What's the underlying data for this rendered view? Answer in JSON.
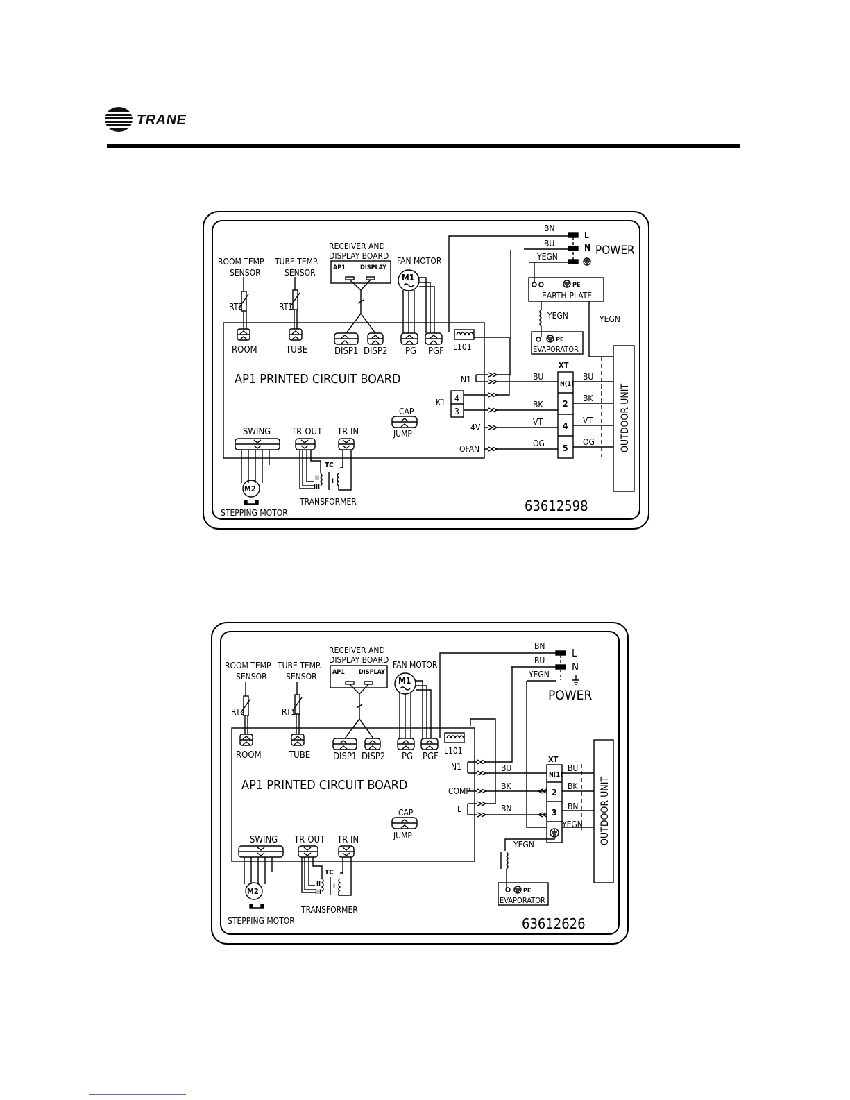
{
  "brand": {
    "name": "TRANE"
  },
  "diagram1": {
    "labels": {
      "room_temp": "ROOM TEMP.",
      "sensor": "SENSOR",
      "tube_temp": "TUBE TEMP.",
      "rt2": "RT2",
      "rt1": "RT1",
      "receiver": "RECEIVER AND",
      "display_board": "DISPLAY BOARD",
      "ap1": "AP1",
      "display": "DISPLAY",
      "fan_motor": "FAN MOTOR",
      "m1": "M1",
      "room": "ROOM",
      "tube": "TUBE",
      "disp1": "DISP1",
      "disp2": "DISP2",
      "pg": "PG",
      "pgf": "PGF",
      "l101": "L101",
      "pcb": "AP1  PRINTED  CIRCUIT  BOARD",
      "n1": "N1",
      "k1": "K1",
      "k1_4": "4",
      "k1_3": "3",
      "v4": "4V",
      "ofan": "OFAN",
      "cap": "CAP",
      "jump": "JUMP",
      "swing": "SWING",
      "tr_out": "TR-OUT",
      "tr_in": "TR-IN",
      "tc": "TC",
      "ii": "II",
      "iii": "III",
      "i": "I",
      "transformer": "TRANSFORMER",
      "m2": "M2",
      "stepping_motor": "STEPPING MOTOR",
      "bn": "BN",
      "bu": "BU",
      "yegn": "YEGN",
      "l": "L",
      "n": "N",
      "power": "POWER",
      "pe": "PE",
      "earth_plate": "EARTH-PLATE",
      "yegn2": "YEGN",
      "yegn3": "YEGN",
      "evaporator": "EVAPORATOR",
      "xt": "XT",
      "t1": "N(1)",
      "t2": "2",
      "t4": "4",
      "t5": "5",
      "w_bu_l": "BU",
      "w_bk_l": "BK",
      "w_vt_l": "VT",
      "w_og_l": "OG",
      "w_bu_r": "BU",
      "w_bk_r": "BK",
      "w_vt_r": "VT",
      "w_og_r": "OG",
      "outdoor_unit": "OUTDOOR UNIT",
      "code": "63612598"
    }
  },
  "diagram2": {
    "labels": {
      "room_temp": "ROOM TEMP.",
      "sensor": "SENSOR",
      "tube_temp": "TUBE TEMP.",
      "rt2": "RT2",
      "rt1": "RT1",
      "receiver": "RECEIVER AND",
      "display_board": "DISPLAY BOARD",
      "ap1": "AP1",
      "display": "DISPLAY",
      "fan_motor": "FAN MOTOR",
      "m1": "M1",
      "room": "ROOM",
      "tube": "TUBE",
      "disp1": "DISP1",
      "disp2": "DISP2",
      "pg": "PG",
      "pgf": "PGF",
      "l101": "L101",
      "pcb": "AP1  PRINTED  CIRCUIT  BOARD",
      "n1": "N1",
      "comp": "COMP",
      "l_term": "L",
      "cap": "CAP",
      "jump": "JUMP",
      "swing": "SWING",
      "tr_out": "TR-OUT",
      "tr_in": "TR-IN",
      "tc": "TC",
      "ii": "II",
      "iii": "III",
      "i": "I",
      "transformer": "TRANSFORMER",
      "m2": "M2",
      "stepping_motor": "STEPPING MOTOR",
      "bn": "BN",
      "bu": "BU",
      "yegn": "YEGN",
      "l": "L",
      "n": "N",
      "power": "POWER",
      "xt": "XT",
      "t1": "N(1)",
      "t2": "2",
      "t3": "3",
      "w_bu_l": "BU",
      "w_bk_l": "BK",
      "w_bn_l": "BN",
      "w_bu_r": "BU",
      "w_bk_r": "BK",
      "w_bn_r": "BN",
      "w_yegn_r": "YEGN",
      "yegn_evap": "YEGN",
      "pe": "PE",
      "evaporator": "EVAPORATOR",
      "outdoor_unit": "OUTDOOR UNIT",
      "code": "63612626"
    }
  }
}
